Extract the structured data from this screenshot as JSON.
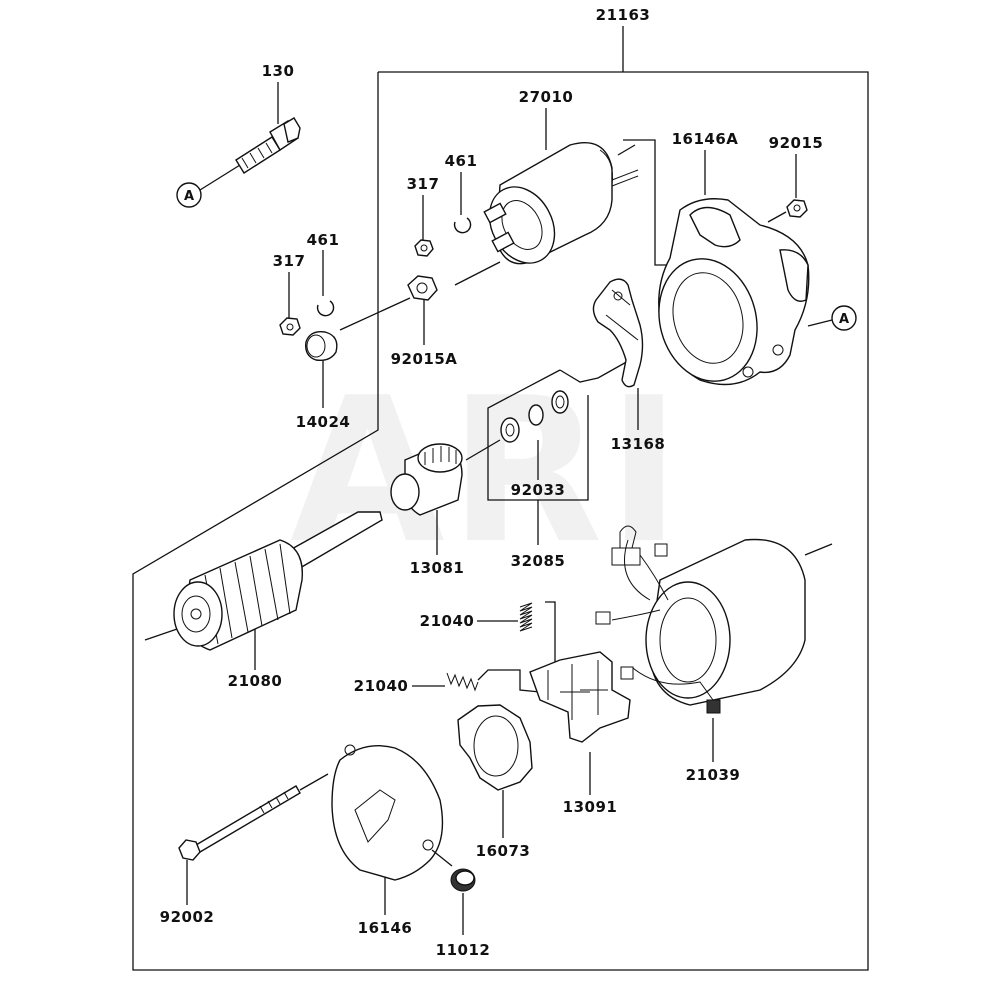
{
  "watermark": "ARI",
  "ref_marker": "A",
  "labels": {
    "assembly": "21163",
    "bolt_130": "130",
    "solenoid": "27010",
    "housing": "16146A",
    "nut_92015": "92015",
    "washer_461_upper": "461",
    "nut_317_upper": "317",
    "washer_461_lower": "461",
    "nut_317_lower": "317",
    "nut_92015A": "92015A",
    "cap_14024": "14024",
    "lever_13168": "13168",
    "ring_92033": "92033",
    "kit_32085": "32085",
    "clutch_13081": "13081",
    "armature_21080": "21080",
    "spring_21040_upper": "21040",
    "spring_21040_lower": "21040",
    "yoke_brush_21039": "21039",
    "brush_holder_13091": "13091",
    "plate_16073": "16073",
    "bolt_92002": "92002",
    "cover_16146": "16146",
    "bushing_11012": "11012"
  }
}
